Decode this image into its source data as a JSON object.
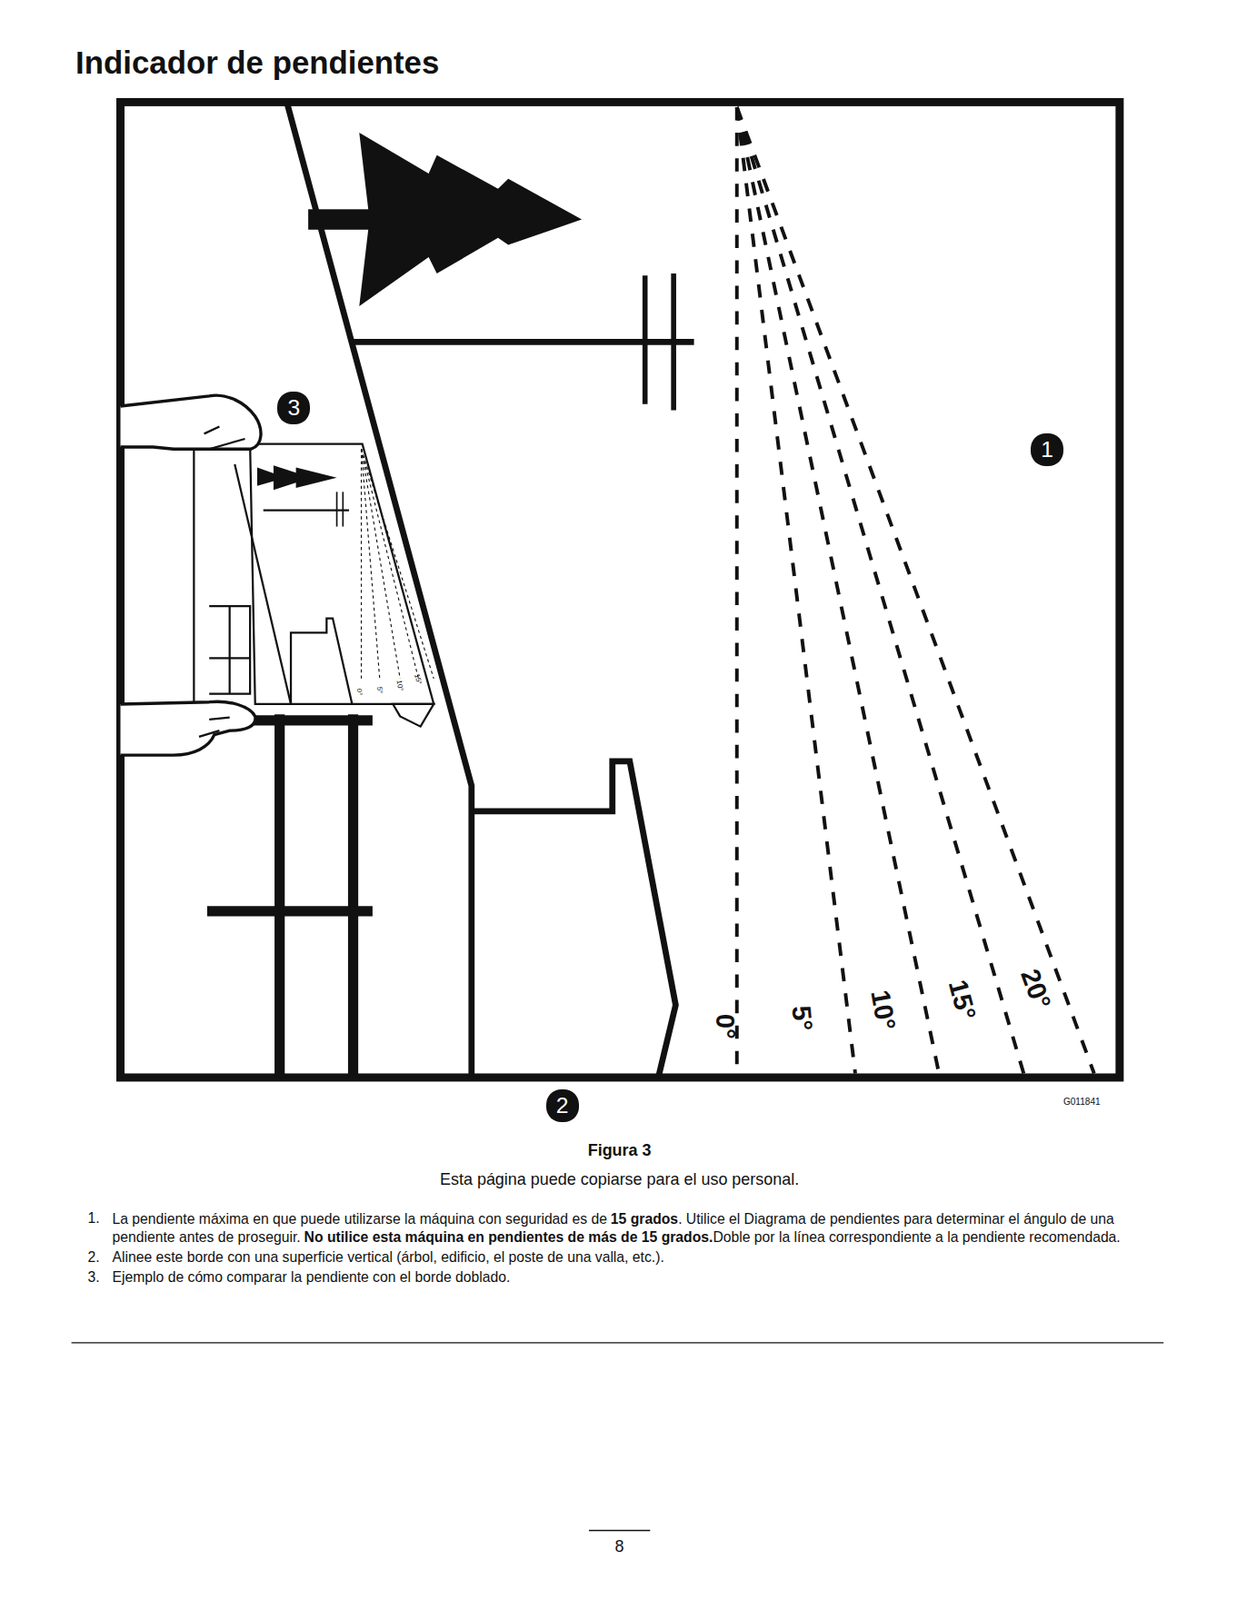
{
  "diagram": {
    "title": "Indicador de pendientes",
    "caption": "Figura 3",
    "labels": [
      "3",
      "1",
      "2",
      "0°",
      "5°",
      "10°",
      "15°",
      "20°",
      "0°",
      "5°",
      "10°",
      "15°",
      "G011841",
      "Esta página puede copiarse para el uso personal.",
      "1.",
      "La pendiente máxima en que puede utilizarse la máquina con seguridad es de",
      "15 grados",
      ". Utilice el Diagrama de pendientes para determinar el ángulo de una pendiente antes de proseguir.",
      "No utilice esta máquina en pendientes de más de 15 grados.",
      "Doble por la línea correspondiente a la pendiente recomendada.",
      "2.",
      "Alinee este borde con una superficie vertical (árbol, edificio, el poste de una valla, etc.).",
      "3.",
      "Ejemplo de cómo comparar la pendiente con el borde doblado.",
      "8"
    ]
  }
}
